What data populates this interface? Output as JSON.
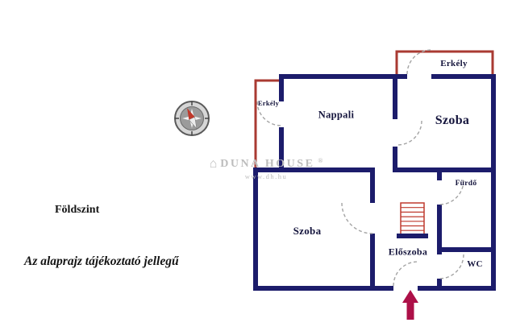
{
  "colors": {
    "wall-color": "#1c1c6b",
    "balcony-color": "#a93a32",
    "stairs-color": "#bf3a2e",
    "arrow-color": "#ad1048",
    "door-color": "#a3a3a3",
    "label-color": "#15153d",
    "text-color": "#141414",
    "watermark-color": "#bdbdbd"
  },
  "floor": {
    "level_label": "Földszint",
    "disclaimer": "Az alaprajz tájékoztató jellegű"
  },
  "rooms": {
    "nappali": "Nappali",
    "szoba_top": "Szoba",
    "szoba_bottom": "Szoba",
    "eloszoba": "Előszoba",
    "furdo": "Fürdő",
    "wc": "WC",
    "erkely_top": "Erkély",
    "erkely_left": "Erkély"
  },
  "watermark": {
    "logo_glyph": "⌂",
    "brand": "DUNA HOUSE",
    "registered": "®",
    "url": "www.dh.hu"
  }
}
